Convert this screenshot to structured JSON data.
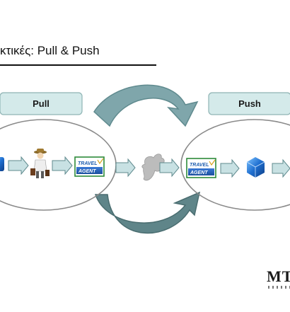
{
  "title": "κτικές: Pull & Push",
  "pull_label": "Pull",
  "push_label": "Push",
  "travel_agent": {
    "line1": "TRAVEL",
    "line2": "AGENT"
  },
  "logo": {
    "text": "MT"
  },
  "colors": {
    "label_fill": "#d4eaea",
    "label_border": "#8fb4b4",
    "arrow_fill": "#c8e1e3",
    "arrow_stroke": "#5f8a8e",
    "curve_top": "#7fa6ab",
    "curve_bottom": "#5f8589",
    "ellipse_stroke": "#8a8a8a"
  },
  "icons": {
    "pull_start": "blue-cube-icon",
    "pull_person": "traveler-icon",
    "pull_agent": "travel-agent-sign-icon",
    "center": "island-map-icon",
    "push_agent": "travel-agent-sign-icon",
    "push_end": "blue-cube-icon"
  }
}
